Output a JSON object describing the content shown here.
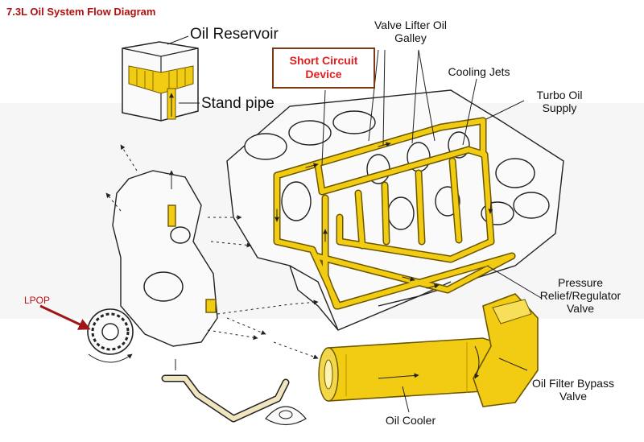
{
  "title": "7.3L Oil System Flow Diagram",
  "labels": {
    "oil_reservoir": "Oil Reservoir",
    "stand_pipe": "Stand pipe",
    "valve_lifter_line1": "Valve Lifter Oil",
    "valve_lifter_line2": "Galley",
    "short_circuit_line1": "Short Circuit",
    "short_circuit_line2": "Device",
    "cooling_jets": "Cooling Jets",
    "turbo_line1": "Turbo Oil",
    "turbo_line2": "Supply",
    "pressure_line1": "Pressure",
    "pressure_line2": "Relief/Regulator",
    "pressure_line3": "Valve",
    "filter_line1": "Oil Filter Bypass",
    "filter_line2": "Valve",
    "oil_cooler": "Oil Cooler",
    "lpop": "LPOP"
  },
  "colors": {
    "oil": "#f2cc12",
    "oil_dark": "#b89500",
    "outline": "#222222",
    "title": "#b01010",
    "short_circuit_text": "#e02020",
    "short_circuit_border": "#7a3b12",
    "lpop": "#c01010",
    "lpop_arrow": "#a01515"
  }
}
